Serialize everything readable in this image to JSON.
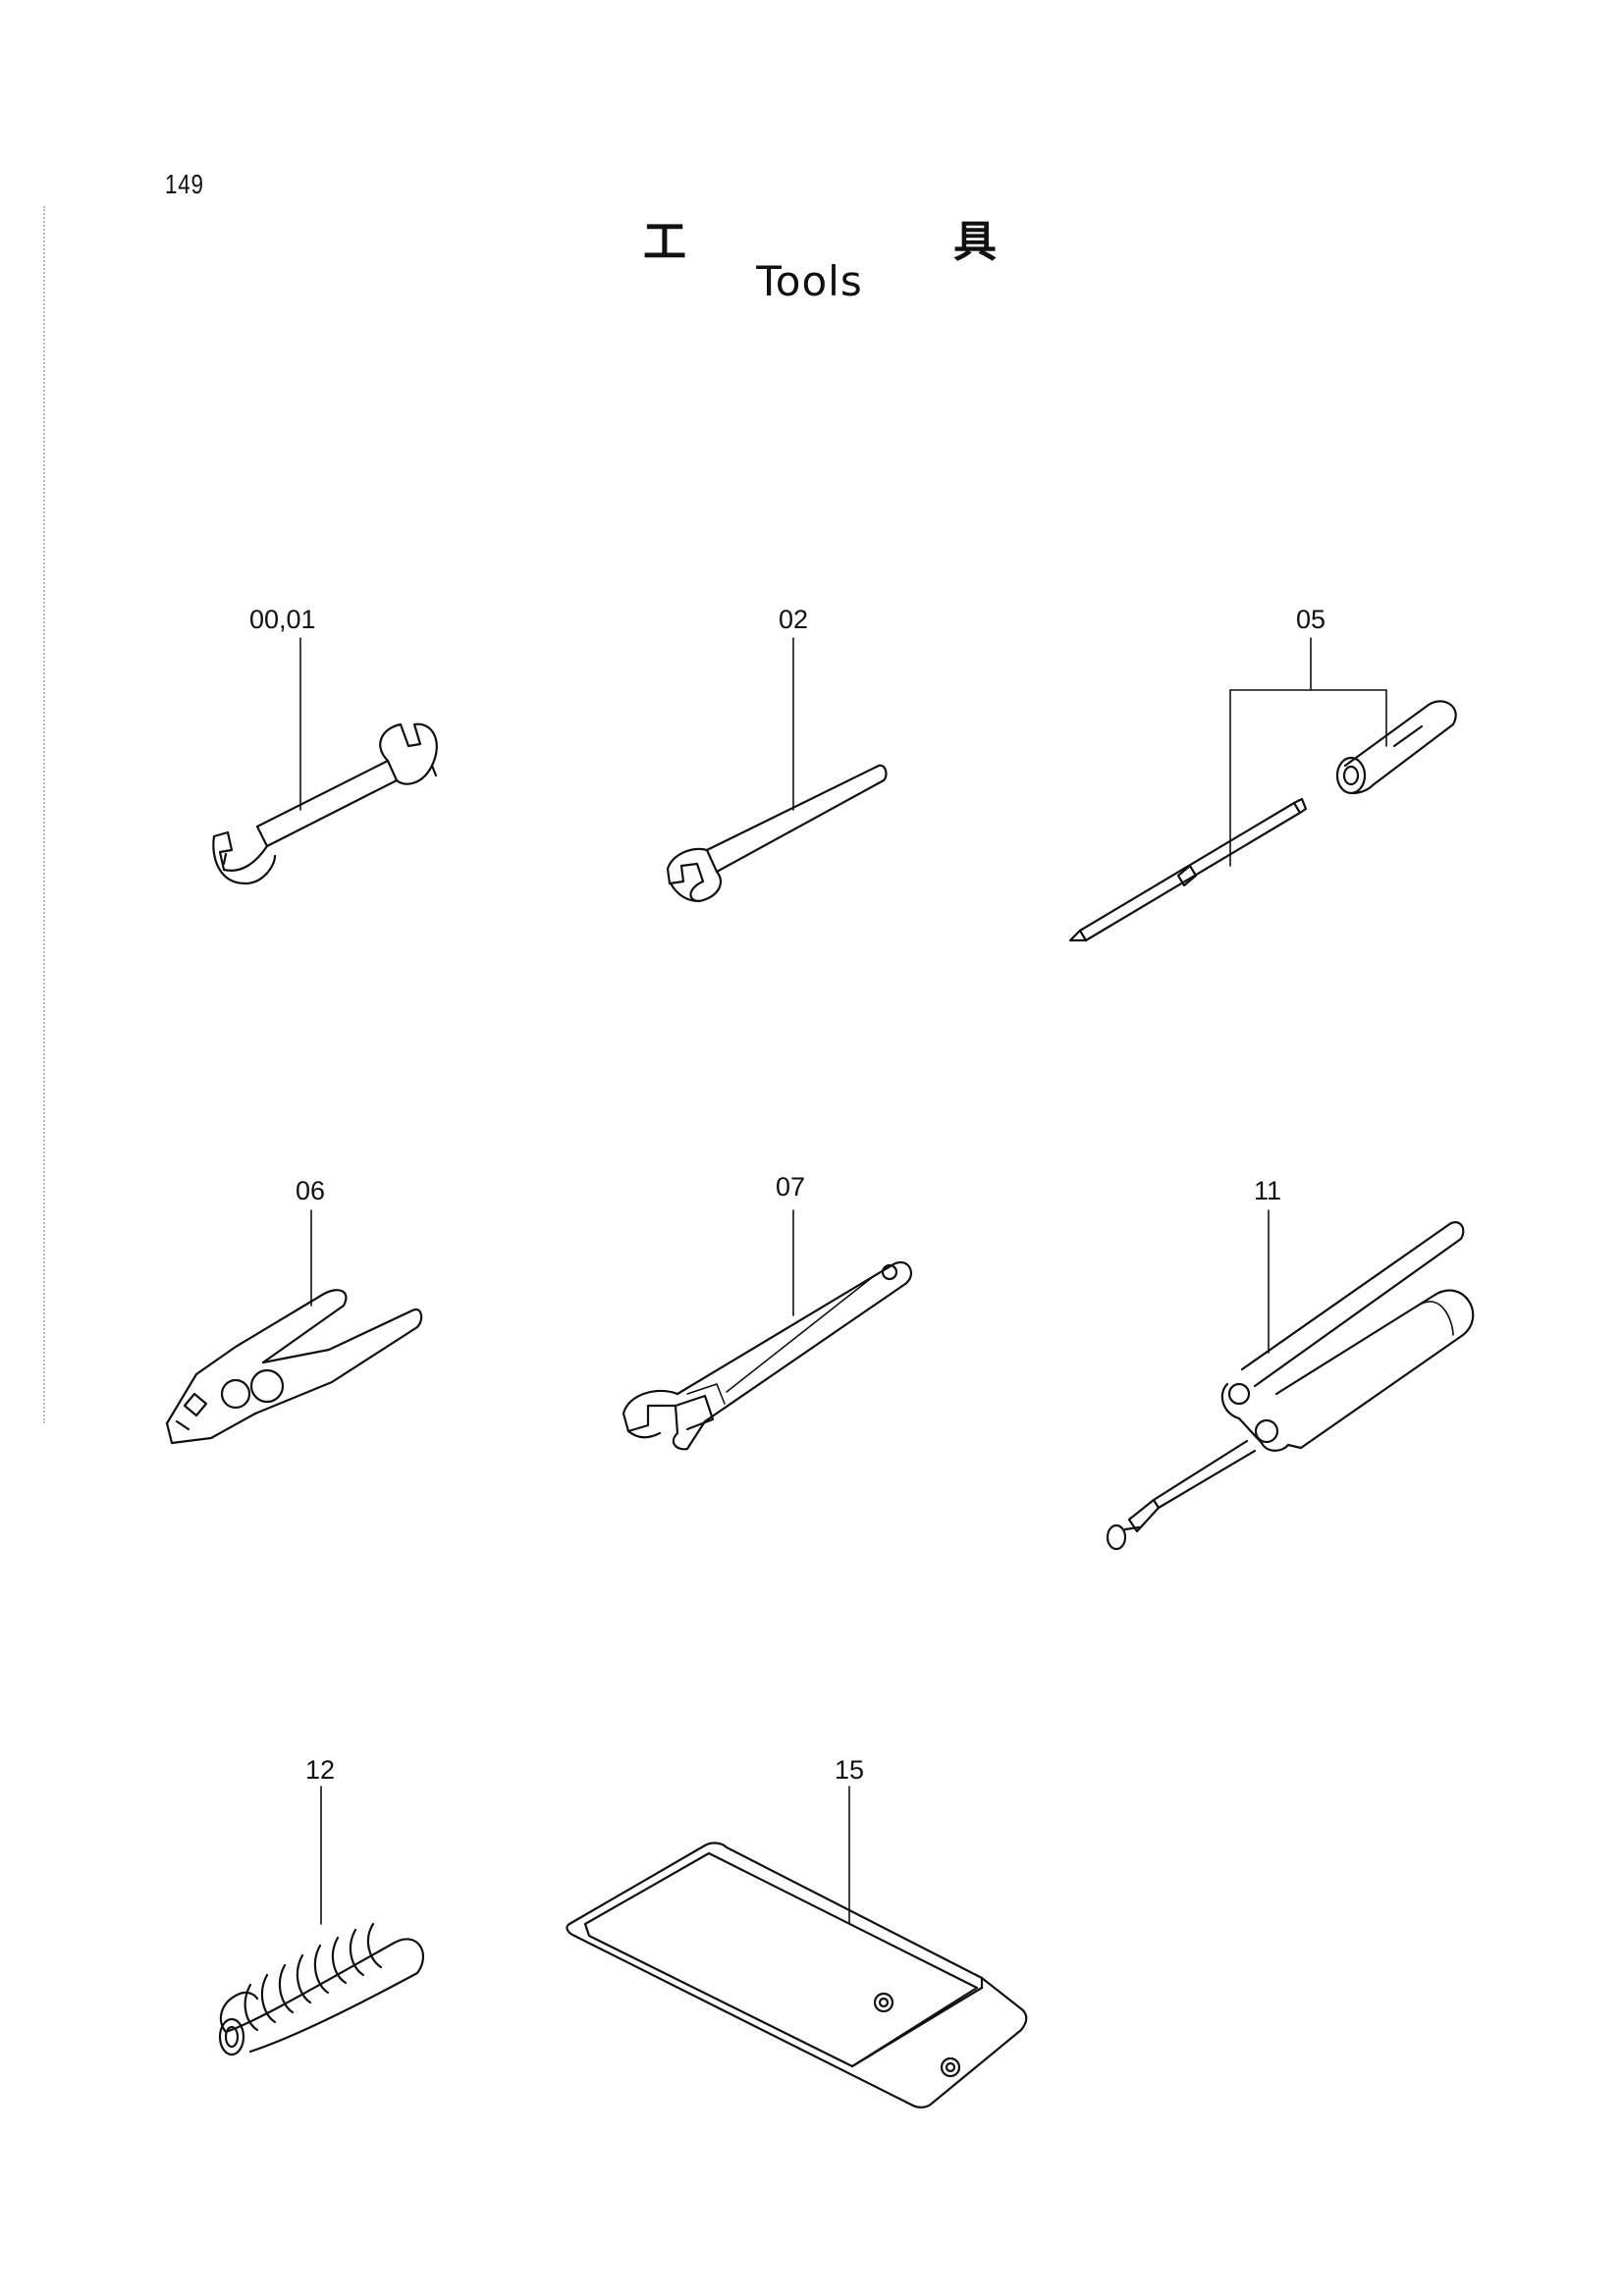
{
  "page": {
    "number": "149",
    "title_jp_chars": [
      "工",
      "具"
    ],
    "title_en": "Tools"
  },
  "callouts": [
    {
      "id": "wrench-double",
      "label": "00,01"
    },
    {
      "id": "wrench-single",
      "label": "02"
    },
    {
      "id": "screwdriver",
      "label": "05"
    },
    {
      "id": "pliers",
      "label": "06"
    },
    {
      "id": "adjustable-wrench",
      "label": "07"
    },
    {
      "id": "grease-gun",
      "label": "11"
    },
    {
      "id": "boot",
      "label": "12"
    },
    {
      "id": "tool-bag",
      "label": "15"
    }
  ]
}
